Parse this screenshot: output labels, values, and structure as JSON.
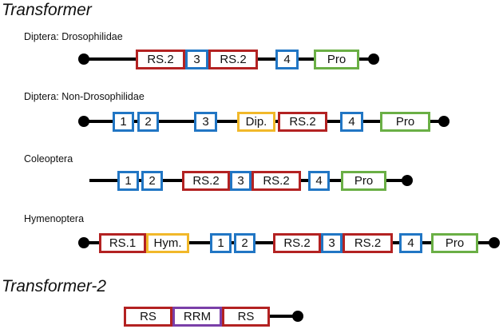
{
  "sections": {
    "transformer": "Transformer",
    "transformer2": "Transformer-2"
  },
  "groups": [
    {
      "label": "Diptera: Drosophilidae",
      "domains": [
        "RS.2",
        "3",
        "RS.2",
        "4",
        "Pro"
      ]
    },
    {
      "label": "Diptera: Non-Drosophilidae",
      "domains": [
        "1",
        "2",
        "3",
        "Dip.",
        "RS.2",
        "4",
        "Pro"
      ]
    },
    {
      "label": "Coleoptera",
      "domains": [
        "1",
        "2",
        "RS.2",
        "3",
        "RS.2",
        "4",
        "Pro"
      ]
    },
    {
      "label": "Hymenoptera",
      "domains": [
        "RS.1",
        "Hym.",
        "1",
        "2",
        "RS.2",
        "3",
        "RS.2",
        "4",
        "Pro"
      ]
    },
    {
      "label": "",
      "domains": [
        "RS",
        "RRM",
        "RS"
      ]
    }
  ],
  "colors": {
    "blue": "#2176c4",
    "red": "#b32222",
    "green": "#6aaf45",
    "yellow": "#f1b82a",
    "purple": "#7a3fa8"
  }
}
